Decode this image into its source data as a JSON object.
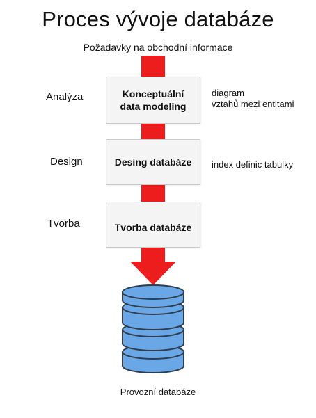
{
  "title": "Proces vývoje databáze",
  "input_label": "Požadavky na obchodní informace",
  "phases": [
    {
      "label": "Analýza"
    },
    {
      "label": "Design"
    },
    {
      "label": "Tvorba"
    }
  ],
  "boxes": [
    {
      "line1": "Konceptuální",
      "line2": "data modeling"
    },
    {
      "line1": "Desing databáze"
    },
    {
      "line1": "Tvorba databáze"
    }
  ],
  "notes": [
    {
      "line1": "diagram",
      "line2": "vztahů mezi entitami"
    },
    {
      "line1": "index definic tabulky"
    }
  ],
  "output_label": "Provozní databáze",
  "colors": {
    "arrow": "#ee1d1d",
    "database_fill": "#6aa7e6",
    "database_stroke": "#2f3d4d",
    "box_fill": "#f4f4f4"
  }
}
